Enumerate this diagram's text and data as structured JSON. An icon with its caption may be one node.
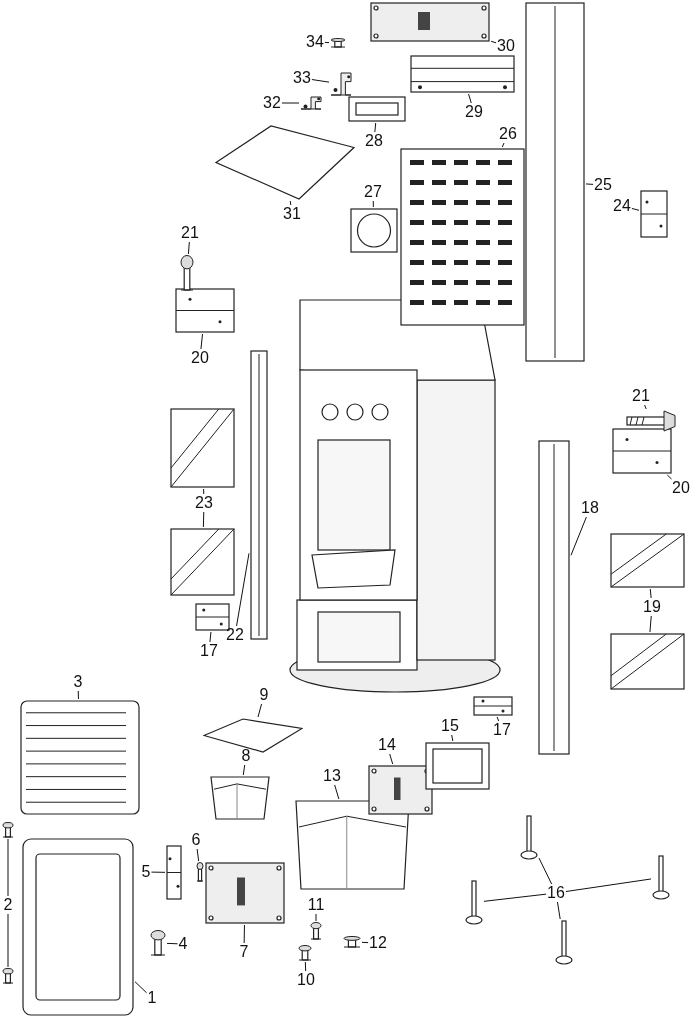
{
  "diagram": {
    "nodes": [
      {
        "text": [
          "1"
        ]
      },
      {
        "text": [],
        "shape": "picture"
      },
      {
        "text": [
          "2"
        ]
      },
      {
        "text": [],
        "shape": "picture"
      },
      {
        "text": [],
        "shape": "picture"
      },
      {
        "text": [
          "3"
        ]
      },
      {
        "text": [],
        "shape": "picture"
      },
      {
        "text": [
          "4"
        ]
      },
      {
        "text": [],
        "shape": "picture"
      },
      {
        "text": [
          "5"
        ]
      },
      {
        "text": [],
        "shape": "picture"
      },
      {
        "text": [
          "6"
        ]
      },
      {
        "text": [],
        "shape": "picture"
      },
      {
        "text": [
          "7"
        ]
      },
      {
        "text": [],
        "shape": "picture"
      },
      {
        "text": [
          "8"
        ]
      },
      {
        "text": [],
        "shape": "picture"
      },
      {
        "text": [
          "9"
        ]
      },
      {
        "text": [],
        "shape": "picture"
      },
      {
        "text": [
          "10"
        ]
      },
      {
        "text": [],
        "shape": "picture"
      },
      {
        "text": [
          "11"
        ]
      },
      {
        "text": [],
        "shape": "picture"
      },
      {
        "text": [
          "12"
        ]
      },
      {
        "text": [],
        "shape": "picture"
      },
      {
        "text": [
          "13"
        ]
      },
      {
        "text": [],
        "shape": "picture"
      },
      {
        "text": [
          "14"
        ]
      },
      {
        "text": [],
        "shape": "picture"
      },
      {
        "text": [
          "15"
        ]
      },
      {
        "text": [],
        "shape": "picture"
      },
      {
        "text": [
          "16"
        ]
      },
      {
        "text": [],
        "shape": "picture"
      },
      {
        "text": [],
        "shape": "picture"
      },
      {
        "text": [],
        "shape": "picture"
      },
      {
        "text": [],
        "shape": "picture"
      },
      {
        "text": [
          "17"
        ]
      },
      {
        "text": [],
        "shape": "picture"
      },
      {
        "text": [
          "17"
        ]
      },
      {
        "text": [],
        "shape": "picture"
      },
      {
        "text": [
          "18"
        ]
      },
      {
        "text": [],
        "shape": "picture"
      },
      {
        "text": [
          "19"
        ]
      },
      {
        "text": [],
        "shape": "picture"
      },
      {
        "text": [],
        "shape": "picture"
      },
      {
        "text": [
          "20"
        ]
      },
      {
        "text": [],
        "shape": "picture"
      },
      {
        "text": [
          "20"
        ]
      },
      {
        "text": [],
        "shape": "picture"
      },
      {
        "text": [
          "21"
        ]
      },
      {
        "text": [],
        "shape": "picture"
      },
      {
        "text": [
          "21"
        ]
      },
      {
        "text": [],
        "shape": "picture"
      },
      {
        "text": [
          "22"
        ]
      },
      {
        "text": [],
        "shape": "picture"
      },
      {
        "text": [
          "23"
        ]
      },
      {
        "text": [],
        "shape": "picture"
      },
      {
        "text": [],
        "shape": "picture"
      },
      {
        "text": [
          "24"
        ]
      },
      {
        "text": [],
        "shape": "picture"
      },
      {
        "text": [
          "25"
        ]
      },
      {
        "text": [],
        "shape": "picture"
      },
      {
        "text": [
          "26"
        ]
      },
      {
        "text": [],
        "shape": "picture"
      },
      {
        "text": [
          "27"
        ]
      },
      {
        "text": [],
        "shape": "picture"
      },
      {
        "text": [
          "28"
        ]
      },
      {
        "text": [],
        "shape": "picture"
      },
      {
        "text": [
          "29"
        ]
      },
      {
        "text": [],
        "shape": "picture"
      },
      {
        "text": [
          "30"
        ]
      },
      {
        "text": [],
        "shape": "picture"
      },
      {
        "text": [
          "31"
        ]
      },
      {
        "text": [],
        "shape": "picture"
      },
      {
        "text": [
          "32"
        ]
      },
      {
        "text": [],
        "shape": "picture"
      },
      {
        "text": [
          "33"
        ]
      },
      {
        "text": [],
        "shape": "picture"
      },
      {
        "text": [
          "34"
        ]
      },
      {
        "text": [],
        "shape": "picture"
      }
    ],
    "edges": [
      {
        "from": 0,
        "to": 1,
        "arrow": "none"
      },
      {
        "from": 2,
        "to": 3,
        "arrow": "none"
      },
      {
        "from": 2,
        "to": 4,
        "arrow": "none"
      },
      {
        "from": 5,
        "to": 6,
        "arrow": "none"
      },
      {
        "from": 7,
        "to": 8,
        "arrow": "none"
      },
      {
        "from": 9,
        "to": 10,
        "arrow": "none"
      },
      {
        "from": 11,
        "to": 12,
        "arrow": "none"
      },
      {
        "from": 13,
        "to": 14,
        "arrow": "none"
      },
      {
        "from": 15,
        "to": 16,
        "arrow": "none"
      },
      {
        "from": 17,
        "to": 18,
        "arrow": "none"
      },
      {
        "from": 19,
        "to": 20,
        "arrow": "none"
      },
      {
        "from": 21,
        "to": 22,
        "arrow": "none"
      },
      {
        "from": 23,
        "to": 24,
        "arrow": "none"
      },
      {
        "from": 25,
        "to": 26,
        "arrow": "none"
      },
      {
        "from": 27,
        "to": 28,
        "arrow": "none"
      },
      {
        "from": 29,
        "to": 30,
        "arrow": "none"
      },
      {
        "from": 31,
        "to": 32,
        "arrow": "none"
      },
      {
        "from": 31,
        "to": 33,
        "arrow": "none"
      },
      {
        "from": 31,
        "to": 34,
        "arrow": "none"
      },
      {
        "from": 31,
        "to": 35,
        "arrow": "none"
      },
      {
        "from": 36,
        "to": 37,
        "arrow": "none"
      },
      {
        "from": 38,
        "to": 39,
        "arrow": "none"
      },
      {
        "from": 40,
        "to": 41,
        "arrow": "none"
      },
      {
        "from": 42,
        "to": 43,
        "arrow": "none"
      },
      {
        "from": 42,
        "to": 44,
        "arrow": "none"
      },
      {
        "from": 45,
        "to": 46,
        "arrow": "none"
      },
      {
        "from": 47,
        "to": 48,
        "arrow": "none"
      },
      {
        "from": 49,
        "to": 50,
        "arrow": "none"
      },
      {
        "from": 51,
        "to": 52,
        "arrow": "none"
      },
      {
        "from": 53,
        "to": 54,
        "arrow": "none"
      },
      {
        "from": 55,
        "to": 56,
        "arrow": "none"
      },
      {
        "from": 55,
        "to": 57,
        "arrow": "none"
      },
      {
        "from": 58,
        "to": 59,
        "arrow": "none"
      },
      {
        "from": 60,
        "to": 61,
        "arrow": "none"
      },
      {
        "from": 62,
        "to": 63,
        "arrow": "none"
      },
      {
        "from": 64,
        "to": 65,
        "arrow": "none"
      },
      {
        "from": 66,
        "to": 67,
        "arrow": "none"
      },
      {
        "from": 68,
        "to": 69,
        "arrow": "none"
      },
      {
        "from": 70,
        "to": 71,
        "arrow": "none"
      },
      {
        "from": 72,
        "to": 73,
        "arrow": "none"
      },
      {
        "from": 74,
        "to": 75,
        "arrow": "none"
      },
      {
        "from": 76,
        "to": 77,
        "arrow": "none"
      },
      {
        "from": 78,
        "to": 79,
        "arrow": "none"
      }
    ]
  }
}
